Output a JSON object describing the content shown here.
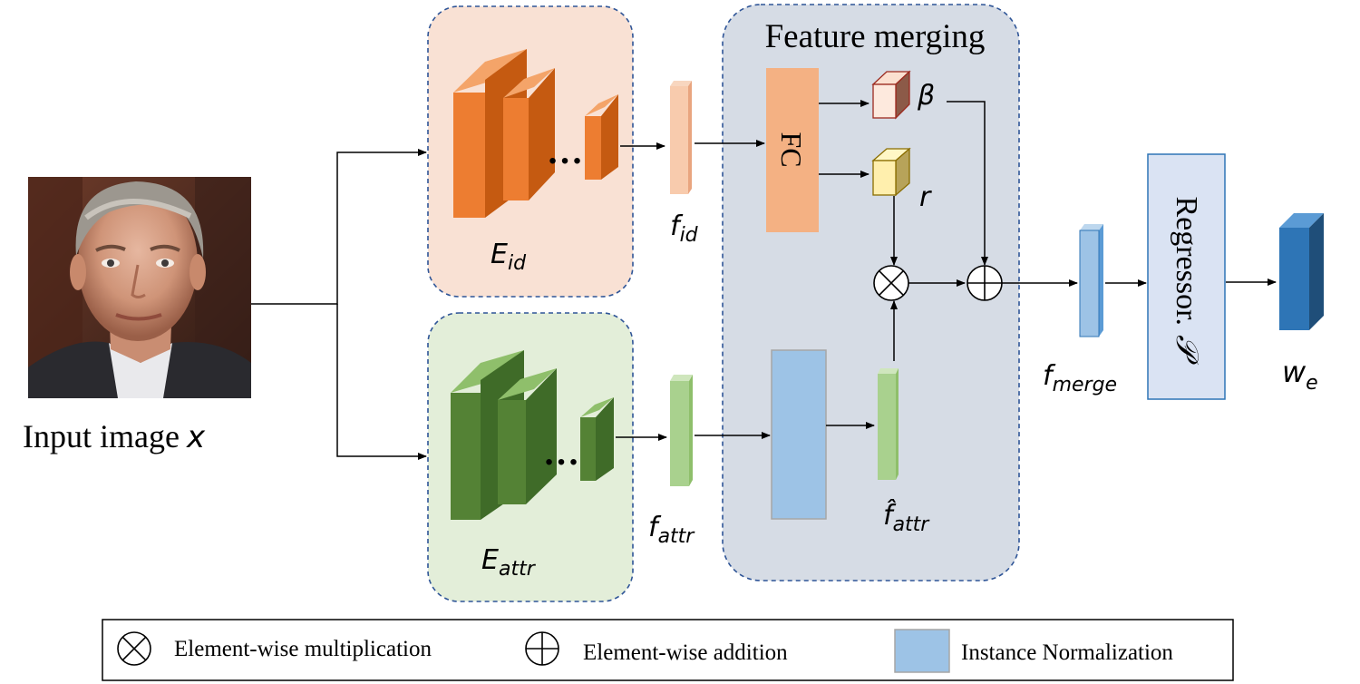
{
  "input": {
    "caption": "Input image",
    "symbol": "x"
  },
  "encoders": {
    "id": {
      "label_base": "E",
      "label_sub": "id"
    },
    "attr": {
      "label_base": "E",
      "label_sub": "attr"
    },
    "ellipsis": "…"
  },
  "features": {
    "f_id": {
      "base": "f",
      "sub": "id"
    },
    "f_attr": {
      "base": "f",
      "sub": "attr"
    },
    "f_attr_hat": {
      "base": "f̂",
      "sub": "attr"
    },
    "f_merge": {
      "base": "f",
      "sub": "merge"
    }
  },
  "merging": {
    "title": "Feature merging",
    "fc_label": "FC",
    "beta": "β",
    "r": "r"
  },
  "regressor": {
    "label": "Regressor.",
    "symbol": "𝒫"
  },
  "output": {
    "base": "w",
    "sub": "e"
  },
  "legend": {
    "multiplication": "Element-wise multiplication",
    "addition": "Element-wise addition",
    "instance_norm": "Instance Normalization"
  },
  "colors": {
    "id_panel": "#f9e1d4",
    "attr_panel": "#e3eed9",
    "merge_panel": "#d6dce5",
    "panel_border": "#2f5597",
    "orange": "#ed7d31",
    "green": "#548235",
    "blue": "#2e75b6",
    "instance_norm": "#9dc3e6"
  }
}
